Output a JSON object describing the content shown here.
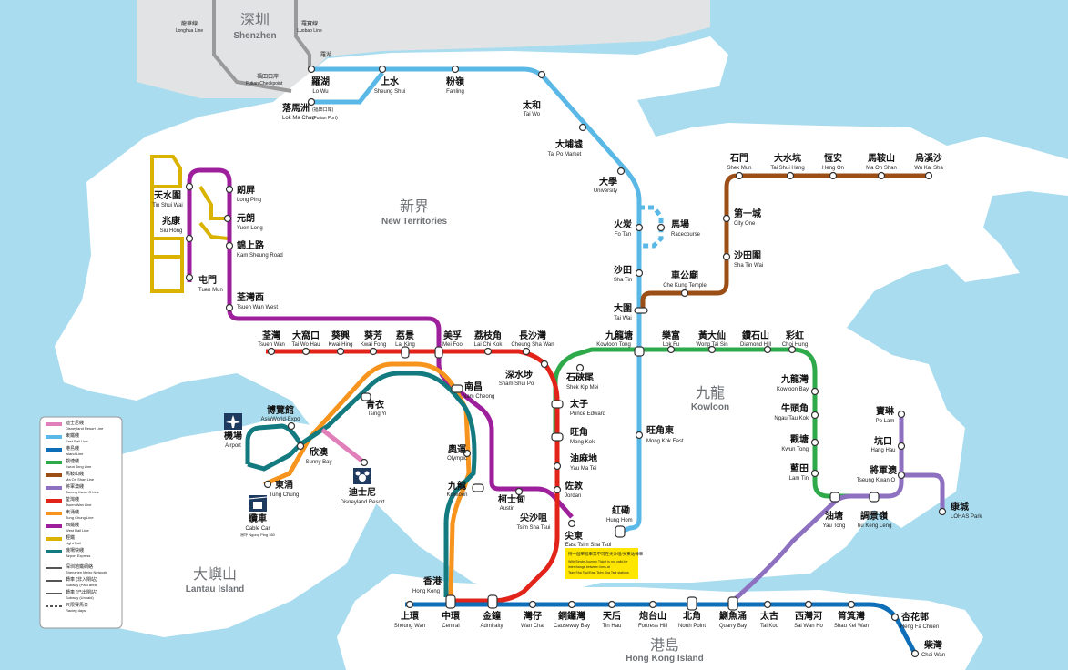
{
  "colors": {
    "sea": "#a9dcef",
    "land": "#ffffff",
    "shenzhen": "#e2e3e4",
    "east_rail": "#5ab8e6",
    "tsuen_wan": "#e2231a",
    "kwun_tong": "#2eaa4b",
    "island": "#0e6eb8",
    "tung_chung": "#f7941d",
    "airport_express": "#137a7f",
    "tseung_kwan_o": "#8e70c1",
    "west_rail": "#9e1f9c",
    "ma_on_shan": "#9b4f16",
    "light_rail": "#d9b300",
    "disneyland": "#e07fb9",
    "shenzhen_metro": "#9a9a9a",
    "legend_note_bg": "#ffe600"
  },
  "regions": {
    "shenzhen": {
      "zh": "深圳",
      "en": "Shenzhen"
    },
    "new_territories": {
      "zh": "新界",
      "en": "New Territories"
    },
    "kowloon": {
      "zh": "九龍",
      "en": "Kowloon"
    },
    "lantau": {
      "zh": "大嶼山",
      "en": "Lantau Island"
    },
    "hong_kong_island": {
      "zh": "港島",
      "en": "Hong Kong Island"
    }
  },
  "stations": {
    "longhua": {
      "zh": "龍華線",
      "en": "Longhua Line"
    },
    "luobao": {
      "zh": "羅寶線",
      "en": "Luobao Line"
    },
    "luohu": {
      "zh": "羅湖",
      "en": "Luohu"
    },
    "futian": {
      "zh": "福田口岸",
      "en": "Futian Checkpoint"
    },
    "lo_wu": {
      "zh": "羅湖",
      "en": "Lo Wu"
    },
    "lok_ma_chau": {
      "zh": "落馬洲",
      "zh_sub": "(福田口岸)",
      "en": "Lok Ma Chau",
      "en_sub": "(Futian Port)"
    },
    "sheung_shui": {
      "zh": "上水",
      "en": "Sheung Shui"
    },
    "fanling": {
      "zh": "粉嶺",
      "en": "Fanling"
    },
    "tai_wo": {
      "zh": "太和",
      "en": "Tai Wo"
    },
    "tai_po_market": {
      "zh": "大埔墟",
      "en": "Tai Po Market"
    },
    "university": {
      "zh": "大學",
      "en": "University"
    },
    "fo_tan": {
      "zh": "火炭",
      "en": "Fo Tan"
    },
    "racecourse": {
      "zh": "馬場",
      "en": "Racecourse"
    },
    "sha_tin": {
      "zh": "沙田",
      "en": "Sha Tin"
    },
    "tai_wai": {
      "zh": "大圍",
      "en": "Tai Wai"
    },
    "kowloon_tong": {
      "zh": "九龍塘",
      "en": "Kowloon Tong"
    },
    "mong_kok_east": {
      "zh": "旺角東",
      "en": "Mong Kok East"
    },
    "hung_hom": {
      "zh": "紅磡",
      "en": "Hung Hom"
    },
    "wu_kai_sha": {
      "zh": "烏溪沙",
      "en": "Wu Kai Sha"
    },
    "ma_on_shan": {
      "zh": "馬鞍山",
      "en": "Ma On Shan"
    },
    "heng_on": {
      "zh": "恆安",
      "en": "Heng On"
    },
    "tai_shui_hang": {
      "zh": "大水坑",
      "en": "Tai Shui Hang"
    },
    "shek_mun": {
      "zh": "石門",
      "en": "Shek Mun"
    },
    "city_one": {
      "zh": "第一城",
      "en": "City One"
    },
    "sha_tin_wai": {
      "zh": "沙田圍",
      "en": "Sha Tin Wai"
    },
    "che_kung_temple": {
      "zh": "車公廟",
      "en": "Che Kung Temple"
    },
    "tin_shui_wai": {
      "zh": "天水圍",
      "en": "Tin Shui Wai"
    },
    "long_ping": {
      "zh": "朗屏",
      "en": "Long Ping"
    },
    "yuen_long": {
      "zh": "元朗",
      "en": "Yuen Long"
    },
    "siu_hong": {
      "zh": "兆康",
      "en": "Siu Hong"
    },
    "kam_sheung_road": {
      "zh": "錦上路",
      "en": "Kam Sheung Road"
    },
    "tuen_mun": {
      "zh": "屯門",
      "en": "Tuen Mun"
    },
    "tsuen_wan_west": {
      "zh": "荃灣西",
      "en": "Tsuen Wan West"
    },
    "tsuen_wan": {
      "zh": "荃灣",
      "en": "Tsuen Wan"
    },
    "tai_wo_hau": {
      "zh": "大窩口",
      "en": "Tai Wo Hau"
    },
    "kwai_hing": {
      "zh": "葵興",
      "en": "Kwai Hing"
    },
    "kwai_fong": {
      "zh": "葵芳",
      "en": "Kwai Fong"
    },
    "lai_king": {
      "zh": "荔景",
      "en": "Lai King"
    },
    "mei_foo": {
      "zh": "美孚",
      "en": "Mei Foo"
    },
    "lai_chi_kok": {
      "zh": "荔枝角",
      "en": "Lai Chi Kok"
    },
    "cheung_sha_wan": {
      "zh": "長沙灣",
      "en": "Cheung Sha Wan"
    },
    "sham_shui_po": {
      "zh": "深水埗",
      "en": "Sham Shui Po"
    },
    "nam_cheong": {
      "zh": "南昌",
      "en": "Nam Cheong"
    },
    "prince_edward": {
      "zh": "太子",
      "en": "Prince Edward"
    },
    "mong_kok": {
      "zh": "旺角",
      "en": "Mong Kok"
    },
    "yau_ma_tei": {
      "zh": "油麻地",
      "en": "Yau Ma Tei"
    },
    "jordan": {
      "zh": "佐敦",
      "en": "Jordan"
    },
    "tsim_sha_tsui": {
      "zh": "尖沙咀",
      "en": "Tsim Sha Tsui"
    },
    "east_tsim_sha_tsui": {
      "zh": "尖東",
      "en": "East Tsim Sha Tsui"
    },
    "austin": {
      "zh": "柯士甸",
      "en": "Austin"
    },
    "olympic": {
      "zh": "奧運",
      "en": "Olympic"
    },
    "kowloon": {
      "zh": "九龍",
      "en": "Kowloon"
    },
    "tsing_yi": {
      "zh": "青衣",
      "en": "Tsing Yi"
    },
    "sunny_bay": {
      "zh": "欣澳",
      "en": "Sunny Bay"
    },
    "disneyland": {
      "zh": "迪士尼",
      "en": "Disneyland Resort"
    },
    "tung_chung": {
      "zh": "東涌",
      "en": "Tung Chung"
    },
    "airport": {
      "zh": "機場",
      "en": "Airport"
    },
    "asiaworld": {
      "zh": "博覽館",
      "en": "AsiaWorld-Expo"
    },
    "cable_car": {
      "zh": "纜車",
      "en": "Cable Car",
      "sub": "昂坪 Ngong Ping 360"
    },
    "shek_kip_mei": {
      "zh": "石硤尾",
      "en": "Shek Kip Mei"
    },
    "lok_fu": {
      "zh": "樂富",
      "en": "Lok Fu"
    },
    "wong_tai_sin": {
      "zh": "黃大仙",
      "en": "Wong Tai Sin"
    },
    "diamond_hill": {
      "zh": "鑽石山",
      "en": "Diamond Hill"
    },
    "choi_hung": {
      "zh": "彩虹",
      "en": "Choi Hung"
    },
    "kowloon_bay": {
      "zh": "九龍灣",
      "en": "Kowloon Bay"
    },
    "ngau_tau_kok": {
      "zh": "牛頭角",
      "en": "Ngau Tau Kok"
    },
    "kwun_tong": {
      "zh": "觀塘",
      "en": "Kwun Tong"
    },
    "lam_tin": {
      "zh": "藍田",
      "en": "Lam Tin"
    },
    "yau_tong": {
      "zh": "油塘",
      "en": "Yau Tong"
    },
    "tiu_keng_leng": {
      "zh": "調景嶺",
      "en": "Tiu Keng Leng"
    },
    "tseung_kwan_o": {
      "zh": "將軍澳",
      "en": "Tseung Kwan O"
    },
    "hang_hau": {
      "zh": "坑口",
      "en": "Hang Hau"
    },
    "po_lam": {
      "zh": "寶琳",
      "en": "Po Lam"
    },
    "lohas_park": {
      "zh": "康城",
      "en": "LOHAS Park"
    },
    "sheung_wan": {
      "zh": "上環",
      "en": "Sheung Wan"
    },
    "central": {
      "zh": "中環",
      "en": "Central"
    },
    "hong_kong": {
      "zh": "香港",
      "en": "Hong Kong"
    },
    "admiralty": {
      "zh": "金鐘",
      "en": "Admiralty"
    },
    "wan_chai": {
      "zh": "灣仔",
      "en": "Wan Chai"
    },
    "causeway_bay": {
      "zh": "銅鑼灣",
      "en": "Causeway Bay"
    },
    "tin_hau": {
      "zh": "天后",
      "en": "Tin Hau"
    },
    "fortress_hill": {
      "zh": "炮台山",
      "en": "Fortress Hill"
    },
    "north_point": {
      "zh": "北角",
      "en": "North Point"
    },
    "quarry_bay": {
      "zh": "鰂魚涌",
      "en": "Quarry Bay"
    },
    "tai_koo": {
      "zh": "太古",
      "en": "Tai Koo"
    },
    "sai_wan_ho": {
      "zh": "西灣河",
      "en": "Sai Wan Ho"
    },
    "shau_kei_wan": {
      "zh": "筲箕灣",
      "en": "Shau Kei Wan"
    },
    "heng_fa_chuen": {
      "zh": "杏花邨",
      "en": "Heng Fa Chuen"
    },
    "chai_wan": {
      "zh": "柴灣",
      "en": "Chai Wan"
    }
  },
  "notice": {
    "zh": "持一個單程車票不可在尖沙咀/尖東站轉車",
    "en1": "With Single Journey Ticket is not valid for",
    "en2": "interchange between lines at",
    "en3": "Tsim Sha Tsui/East Tsim Sha Tsui stations"
  },
  "legend": {
    "items": [
      {
        "zh": "迪士尼綫",
        "en": "Disneyland Resort Line",
        "color": "#e07fb9"
      },
      {
        "zh": "東鐵綫",
        "en": "East Rail Line",
        "color": "#5ab8e6"
      },
      {
        "zh": "港島綫",
        "en": "Island Line",
        "color": "#0e6eb8"
      },
      {
        "zh": "觀塘綫",
        "en": "Kwun Tong Line",
        "color": "#2eaa4b"
      },
      {
        "zh": "馬鞍山綫",
        "en": "Ma On Shan Line",
        "color": "#9b4f16"
      },
      {
        "zh": "將軍澳綫",
        "en": "Tseung Kwan O Line",
        "color": "#8e70c1"
      },
      {
        "zh": "荃灣綫",
        "en": "Tsuen Wan Line",
        "color": "#e2231a"
      },
      {
        "zh": "東涌綫",
        "en": "Tung Chung Line",
        "color": "#f7941d"
      },
      {
        "zh": "西鐵綫",
        "en": "West Rail Line",
        "color": "#9e1f9c"
      },
      {
        "zh": "輕鐵",
        "en": "Light Rail",
        "color": "#d9b300"
      },
      {
        "zh": "機場快綫",
        "en": "Airport Express",
        "color": "#137a7f"
      }
    ],
    "other": [
      {
        "zh": "深圳地鐵網絡",
        "en": "Shenzhen Metro Network"
      },
      {
        "zh": "轉車 (非入閘站)",
        "en": "Subway (Paid area)"
      },
      {
        "zh": "轉車 (已出閘站)",
        "en": "Subway (Unpaid)"
      },
      {
        "zh": "只限賽馬日",
        "en": "Racing days"
      }
    ]
  }
}
